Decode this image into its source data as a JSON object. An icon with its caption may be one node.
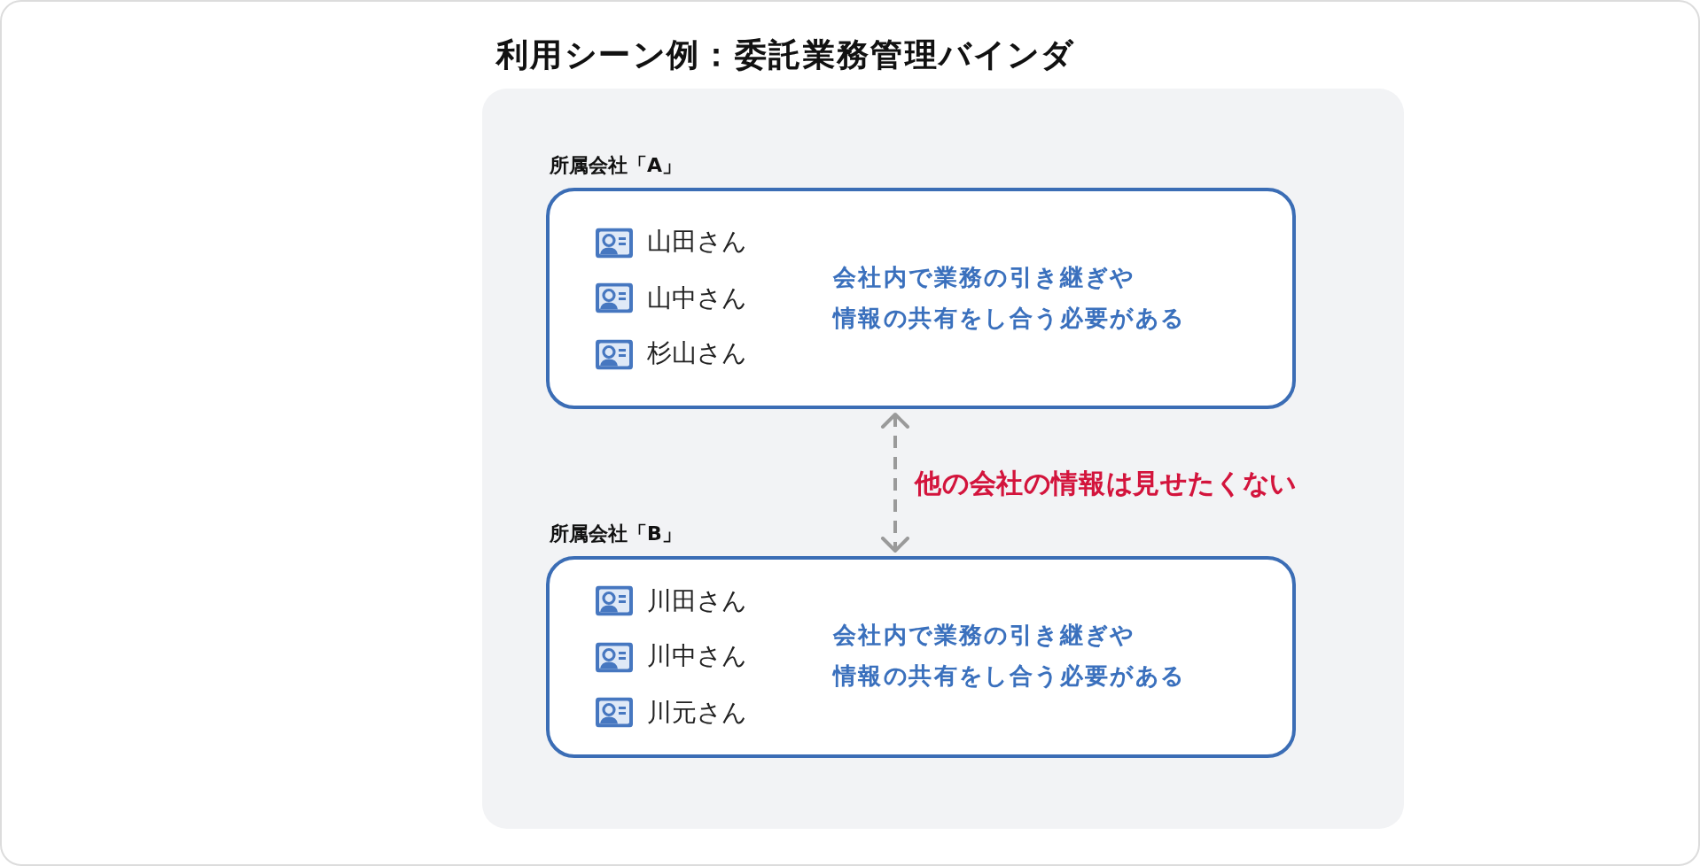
{
  "diagram": {
    "title": "利用シーン例：委託業務管理バインダ",
    "nodes": [
      {
        "text": [
          "所属会社「A」",
          "山田さん",
          "山中さん",
          "杉山さん",
          "会社内で業務の引き継ぎや情報の共有をし合う必要がある"
        ]
      },
      {
        "text": [
          "所属会社「B」",
          "川田さん",
          "川中さん",
          "川元さん",
          "会社内で業務の引き継ぎや情報の共有をし合う必要がある"
        ]
      }
    ],
    "edges": [
      {
        "from": 0,
        "to": 1,
        "arrow": "both",
        "style": "dashed",
        "label": "他の会社の情報は見せたくない"
      }
    ]
  }
}
